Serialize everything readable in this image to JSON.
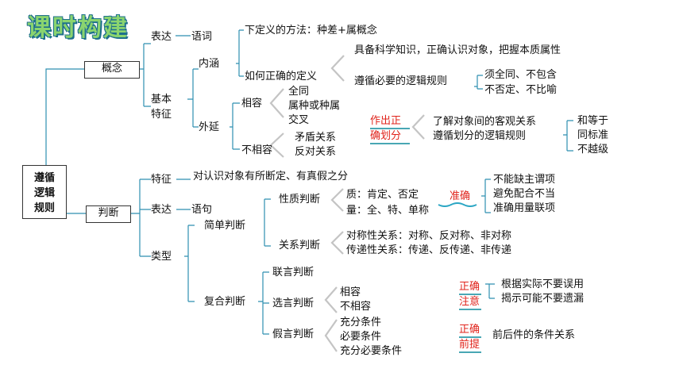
{
  "title": "课时构建",
  "root": "遵循\n逻辑\n规则",
  "concept": {
    "label": "概念",
    "biaoda": "表达",
    "yuci": "语词",
    "jiben": "基本\n特征",
    "neihan": "内涵",
    "def_method": "下定义的方法：种差+属概念",
    "how_define": "如何正确的定义",
    "need1": "具备科学知识，正确认识对象，把握本质属性",
    "need2": "遵循必要的逻辑规则",
    "rule1": "须全同、不包含",
    "rule2": "不否定、不比喻",
    "waiyan": "外延",
    "xiangrong": "相容",
    "xr_items": [
      "全同",
      "属种或种属",
      "交叉"
    ],
    "buxiangrong": "不相容",
    "bxr_items": [
      "矛盾关系",
      "反对关系"
    ],
    "division": "作出正\n确划分",
    "div1": "了解对象间的客观关系",
    "div2": "遵循划分的逻辑规则",
    "div_rules": [
      "和等于",
      "同标准",
      "不越级"
    ]
  },
  "judgment": {
    "label": "判断",
    "tezheng": "特征",
    "tezheng_text": "对认识对象有所断定、有真假之分",
    "biaoda": "表达",
    "yuju": "语句",
    "leixing": "类型",
    "simple": "简单判断",
    "xingzhi": "性质判断",
    "quality": "质：肯定、否定",
    "quantity": "量：全、特、单称",
    "zhunque": "准确",
    "zq_items": [
      "不能缺主谓项",
      "避免配合不当",
      "准确用量联项"
    ],
    "guanxi": "关系判断",
    "sym": "对称性关系：对称、反对称、非对称",
    "trans": "传递性关系：传递、反传递、非传递",
    "compound": "复合判断",
    "lianyan": "联言判断",
    "xuanyan": "选言判断",
    "xy_items": [
      "相容",
      "不相容"
    ],
    "jiayan": "假言判断",
    "jy_items": [
      "充分条件",
      "必要条件",
      "充分必要条件"
    ],
    "zhuyi": "正确\n注意",
    "zhuyi_items": [
      "根据实际不要误用",
      "揭示可能不要遗漏"
    ],
    "qianti": "正确\n前提",
    "qianti_text": "前后件的条件关系"
  }
}
